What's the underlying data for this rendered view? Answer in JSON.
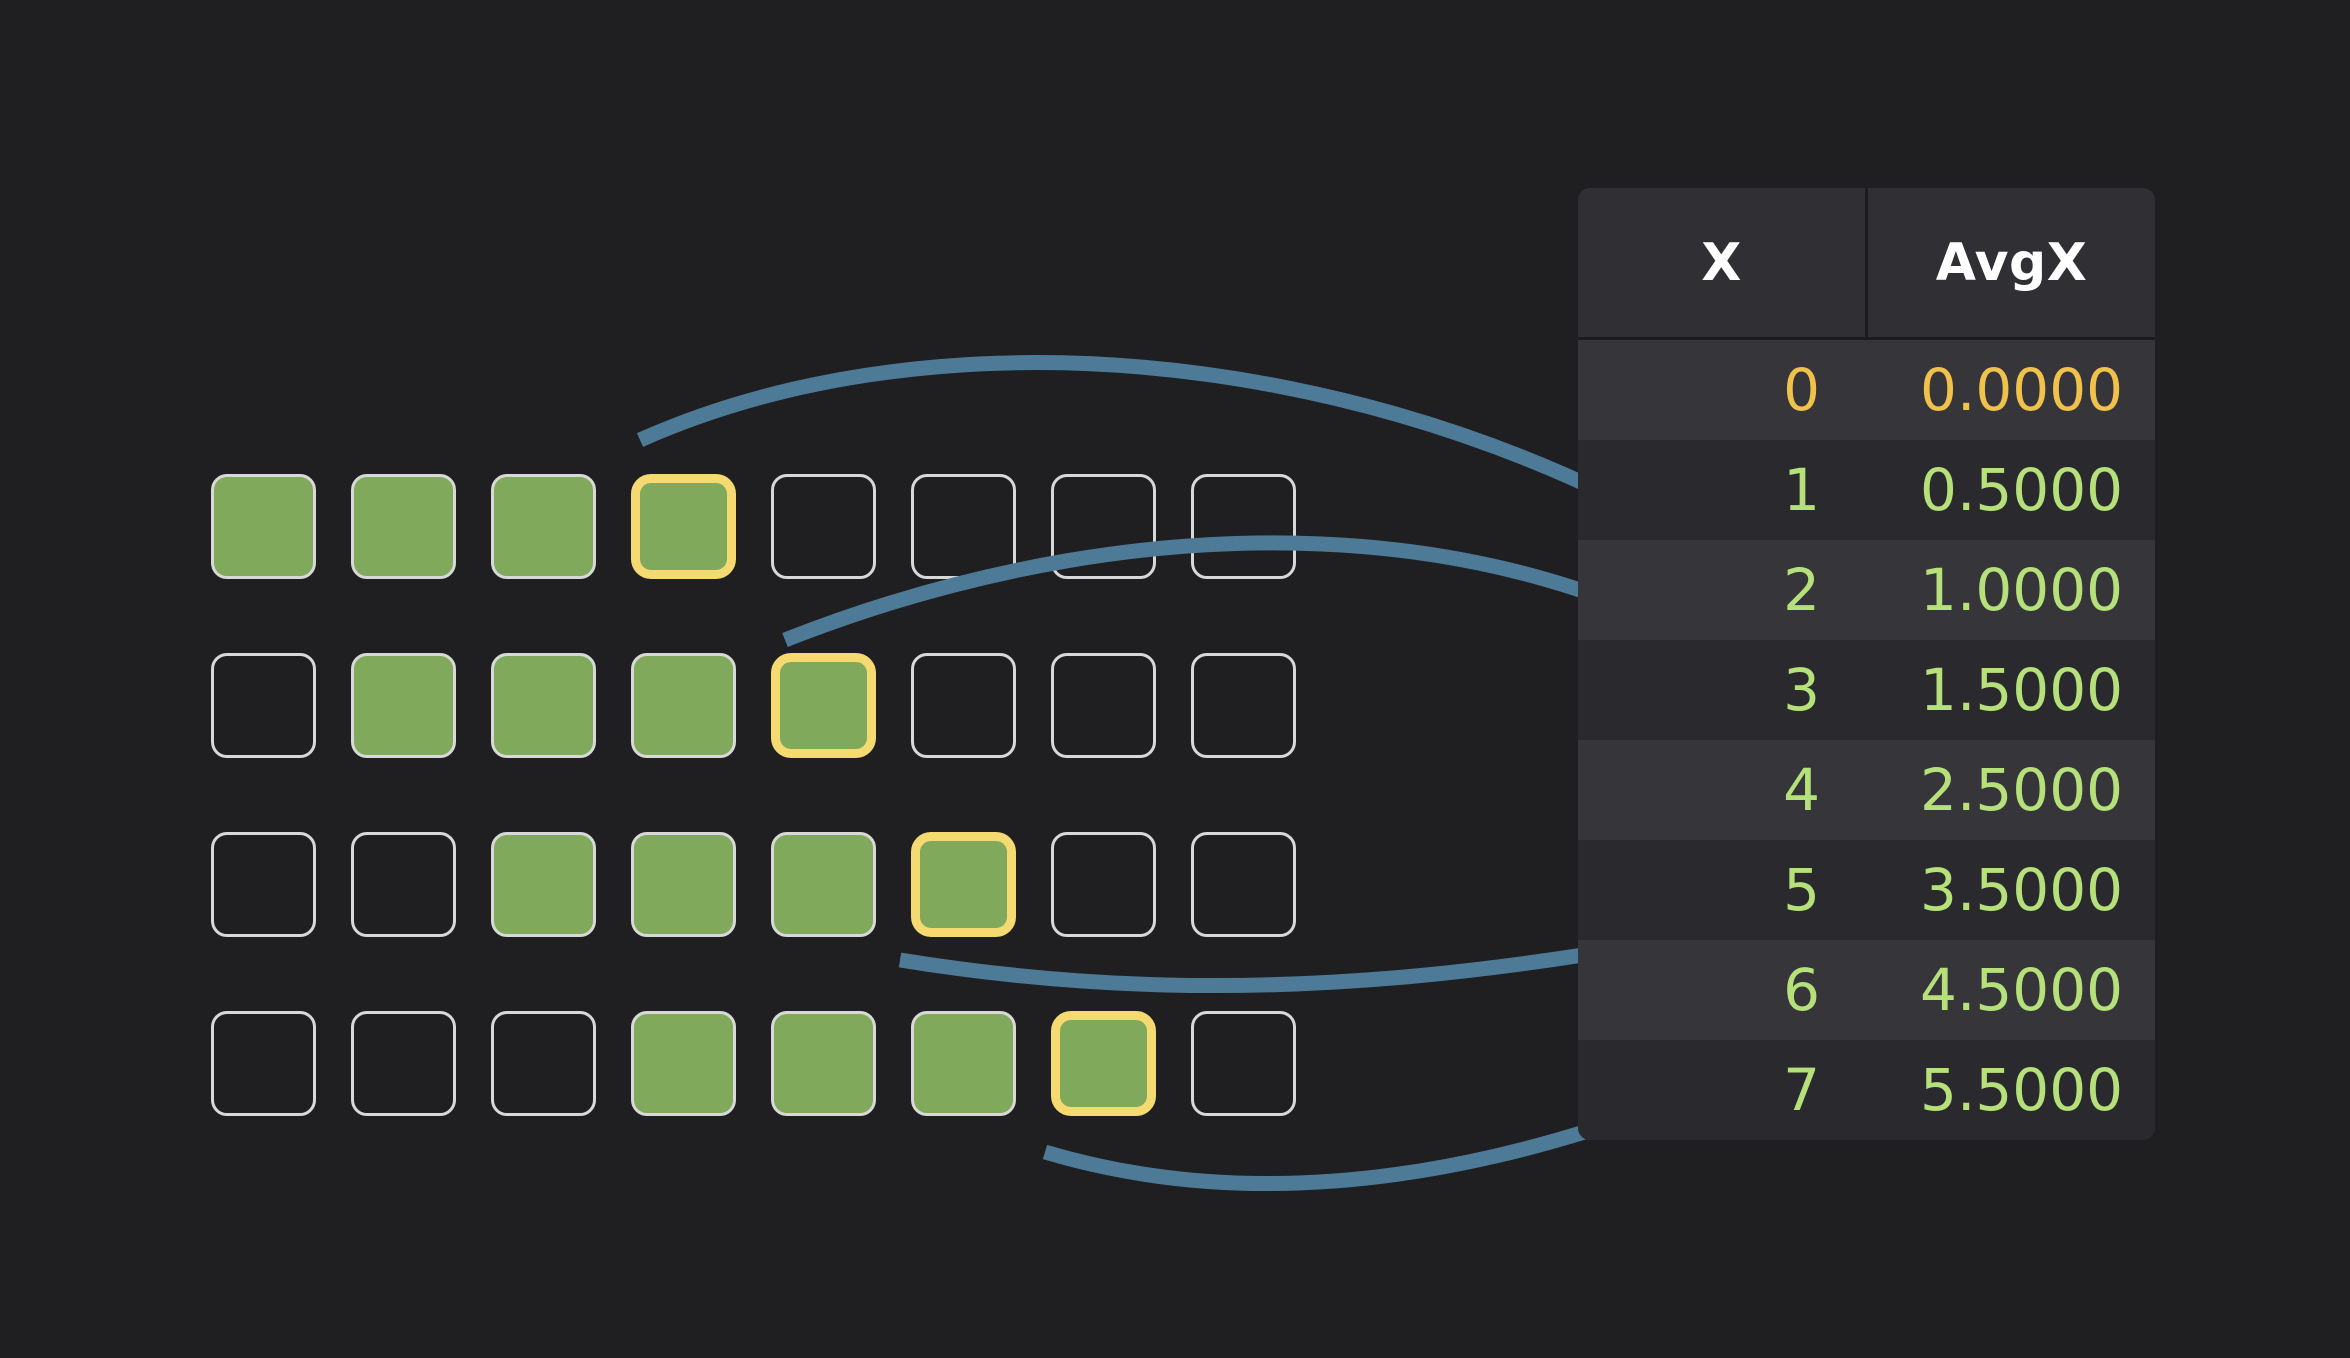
{
  "colors": {
    "background": "#1f1e21",
    "cell_fill": "#80a95c",
    "cell_border": "#d8d8d8",
    "current_highlight": "#f5d971",
    "arrow": "#4d7a96",
    "table_header_bg": "#2f2f34",
    "row_even_bg": "#35353a",
    "row_odd_bg": "#2a2a2e",
    "value_green": "#b5e07a",
    "value_yellow": "#f0c14b",
    "header_text": "#ffffff"
  },
  "grid": {
    "columns": 8,
    "rows": [
      {
        "filled": [
          0,
          1,
          2
        ],
        "current": 3
      },
      {
        "filled": [
          1,
          2,
          3
        ],
        "current": 4
      },
      {
        "filled": [
          2,
          3,
          4
        ],
        "current": 5
      },
      {
        "filled": [
          3,
          4,
          5
        ],
        "current": 6
      }
    ]
  },
  "table": {
    "headers": [
      "X",
      "AvgX"
    ],
    "rows": [
      {
        "x": "0",
        "avgx": "0.0000",
        "tone": "yellow"
      },
      {
        "x": "1",
        "avgx": "0.5000",
        "tone": "green"
      },
      {
        "x": "2",
        "avgx": "1.0000",
        "tone": "green"
      },
      {
        "x": "3",
        "avgx": "1.5000",
        "tone": "green"
      },
      {
        "x": "4",
        "avgx": "2.5000",
        "tone": "green"
      },
      {
        "x": "5",
        "avgx": "3.5000",
        "tone": "green"
      },
      {
        "x": "6",
        "avgx": "4.5000",
        "tone": "green"
      },
      {
        "x": "7",
        "avgx": "5.5000",
        "tone": "green"
      }
    ]
  },
  "arrows": [
    {
      "from_row": 0,
      "to_table_row": 3,
      "label": "window-row-1-to-avgx-1.5000"
    },
    {
      "from_row": 1,
      "to_table_row": 4,
      "label": "window-row-2-to-avgx-2.5000"
    },
    {
      "from_row": 2,
      "to_table_row": 5,
      "label": "window-row-3-to-avgx-3.5000"
    },
    {
      "from_row": 3,
      "to_table_row": 6,
      "label": "window-row-4-to-avgx-4.5000"
    }
  ]
}
